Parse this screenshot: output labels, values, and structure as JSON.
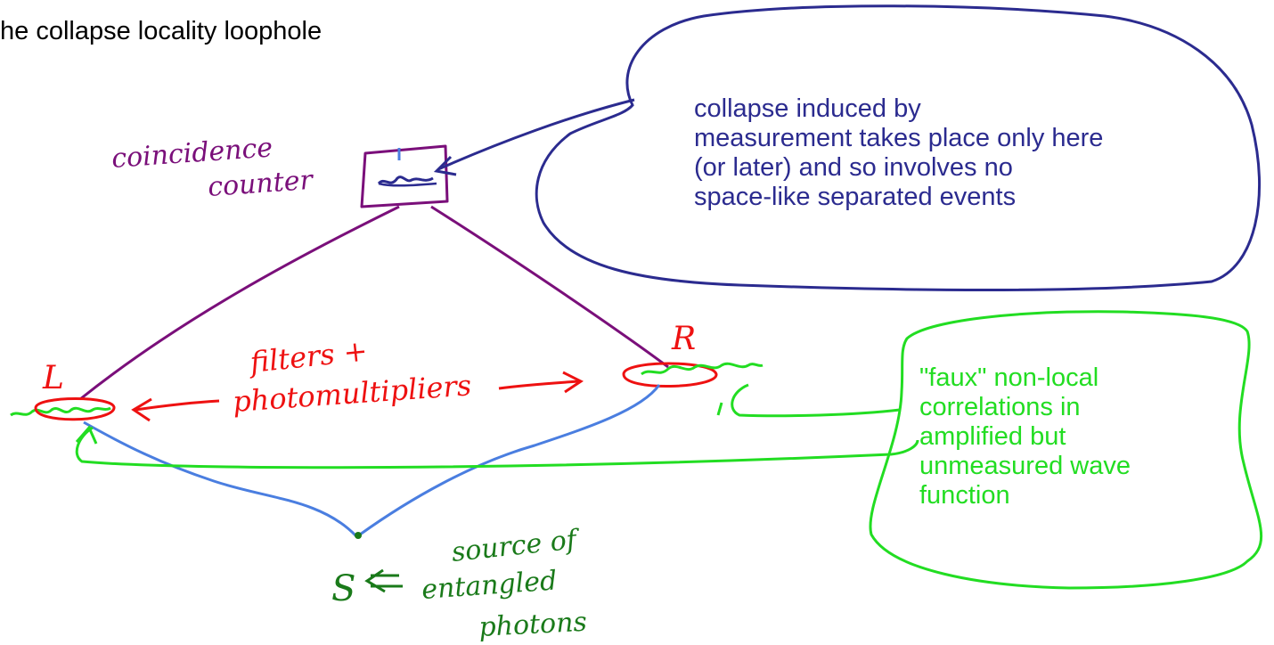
{
  "title": "he collapse locality loophole",
  "colors": {
    "purple": "#7a0f7a",
    "navy": "#2b2b8f",
    "red": "#ee1111",
    "green": "#22dd22",
    "darkgreen": "#1a7a1a",
    "blue": "#4a7ee0",
    "black": "#000000"
  },
  "coincidence_counter": {
    "line1": "coincidence",
    "line2": "counter"
  },
  "collapse_bubble": {
    "lines": [
      "collapse induced by",
      "measurement takes place only here",
      "(or later) and so involves no",
      "space-like separated events"
    ]
  },
  "detectors": {
    "left": "L",
    "right": "R",
    "filters_line1": "filters +",
    "filters_line2": "photomultipliers"
  },
  "source": {
    "label": "S",
    "desc_line1": "source of",
    "desc_line2": "entangled",
    "desc_line3": "photons"
  },
  "faux_bubble": {
    "lines": [
      "\"faux\" non-local",
      "correlations in",
      "amplified but",
      "unmeasured wave",
      "function"
    ]
  }
}
